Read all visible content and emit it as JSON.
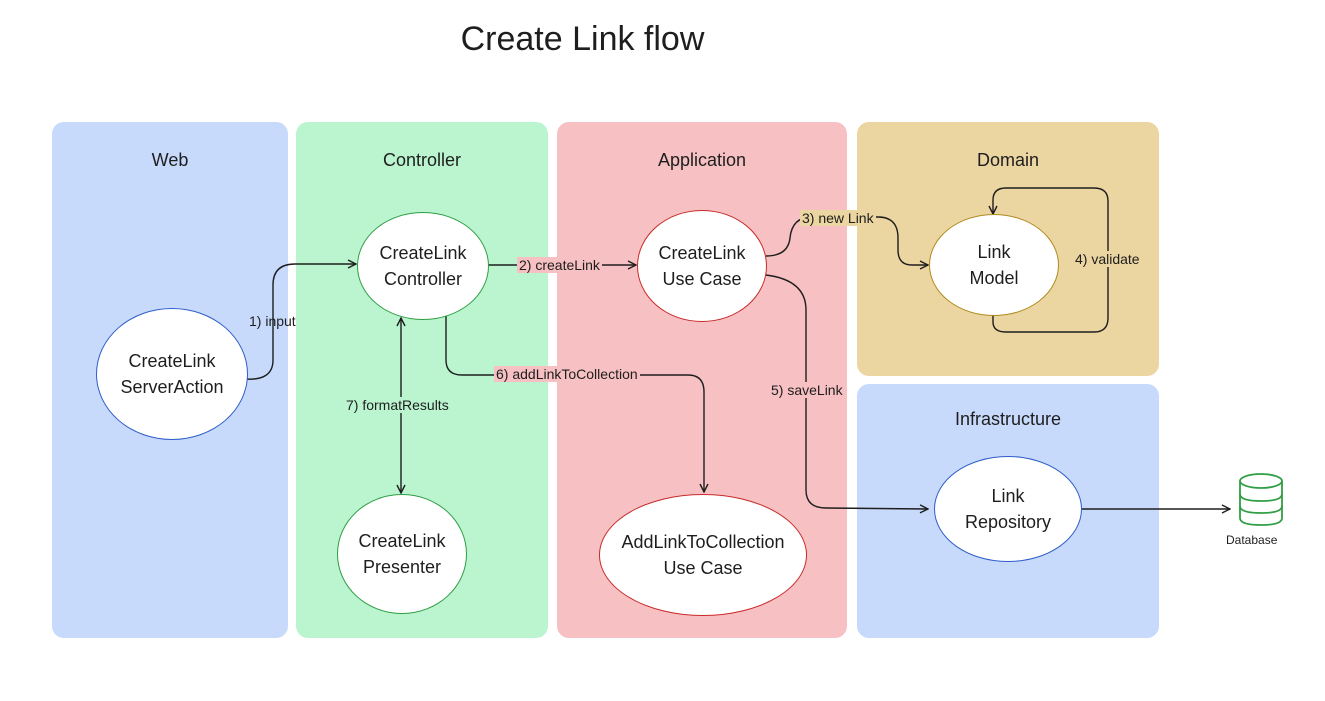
{
  "title": "Create Link flow",
  "colors": {
    "web_fill": "#c7dafb",
    "controller_fill": "#baf5d0",
    "application_fill": "#f7c0c2",
    "domain_fill": "#ebd5a1",
    "infrastructure_fill": "#c7dafb",
    "web_node_border": "#2f5ec9",
    "controller_node_border": "#2f9e44",
    "application_node_border": "#c92a2a",
    "domain_node_border": "#b08a1f",
    "database_color": "#2f9e44"
  },
  "panels": {
    "web": "Web",
    "controller": "Controller",
    "application": "Application",
    "domain": "Domain",
    "infrastructure": "Infrastructure"
  },
  "nodes": {
    "server_action": [
      "CreateLink",
      "ServerAction"
    ],
    "controller": [
      "CreateLink",
      "Controller"
    ],
    "presenter": [
      "CreateLink",
      "Presenter"
    ],
    "use_case": [
      "CreateLink",
      "Use Case"
    ],
    "add_link_use_case": [
      "AddLinkToCollection",
      "Use Case"
    ],
    "link_model": [
      "Link",
      "Model"
    ],
    "link_repository": [
      "Link",
      "Repository"
    ]
  },
  "edges": {
    "input": "1) input",
    "create_link": "2) createLink",
    "new_link": "3) new Link",
    "validate": "4) validate",
    "save_link": "5) saveLink",
    "add_link_to_collection": "6) addLinkToCollection",
    "format_results": "7) formatResults"
  },
  "database": {
    "icon": "database-icon",
    "label": "Database"
  }
}
